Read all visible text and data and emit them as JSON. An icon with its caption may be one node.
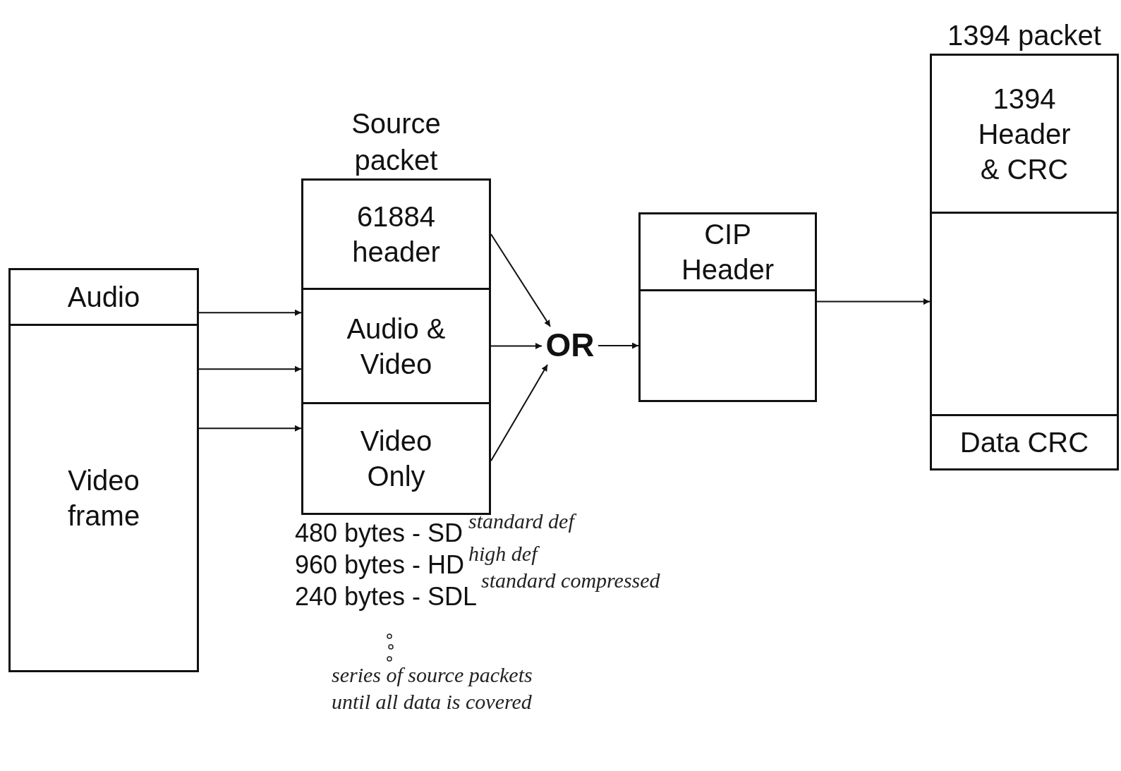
{
  "diagram": {
    "nodes": [
      {
        "text": [
          "Audio"
        ]
      },
      {
        "text": [
          "Video frame"
        ]
      },
      {
        "text": [
          "Source packet"
        ]
      },
      {
        "text": [
          "61884 header"
        ],
        "in": 2
      },
      {
        "text": [
          "Audio & Video"
        ],
        "in": 2
      },
      {
        "text": [
          "Video Only"
        ],
        "in": 2
      },
      {
        "text": [
          "OR"
        ]
      },
      {
        "text": [
          "CIP Header"
        ]
      },
      {
        "text": [],
        "shape": "box"
      },
      {
        "text": [
          "1394 packet"
        ]
      },
      {
        "text": [
          "1394 Header & CRC"
        ],
        "in": 9
      },
      {
        "text": [],
        "shape": "box",
        "in": 9
      },
      {
        "text": [
          "Data CRC"
        ],
        "in": 9
      }
    ],
    "edges": [
      {
        "from": 0,
        "to": 4,
        "arrow": "to"
      },
      {
        "from": 1,
        "to": 4,
        "arrow": "to"
      },
      {
        "from": 1,
        "to": 5,
        "arrow": "to"
      },
      {
        "from": 3,
        "to": 6,
        "arrow": "to"
      },
      {
        "from": 4,
        "to": 6,
        "arrow": "to"
      },
      {
        "from": 5,
        "to": 6,
        "arrow": "to"
      },
      {
        "from": 6,
        "to": 8,
        "arrow": "to"
      },
      {
        "from": 8,
        "to": 11,
        "arrow": "to"
      }
    ],
    "labels": [
      "480 bytes - SD",
      "standard def",
      "960 bytes - HD",
      "high def",
      "240 bytes - SDL",
      "standard compressed",
      "series of source packets until all data is covered"
    ]
  }
}
